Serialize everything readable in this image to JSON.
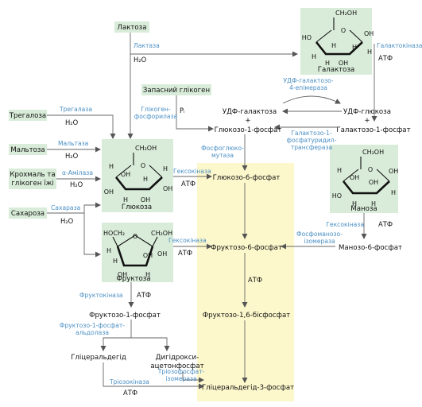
{
  "sources": {
    "lactose": "Лактоза",
    "trehalose": "Трегалоза",
    "maltose": "Мальтоза",
    "starch_line1": "Крохмаль та",
    "starch_line2": "глікоген їжі",
    "sucrose": "Сахароза",
    "glycogen": "Запасний глікоген"
  },
  "enzymes": {
    "lactase": "Лактаза",
    "trehalase": "Трегалаза",
    "maltase": "Мальтаза",
    "amylase": "α-Амілаза",
    "sucrase": "Сахараза",
    "glycogen_phos_1": "Глікоген-",
    "glycogen_phos_2": "фосфорилаза",
    "galactokinase": "Галактокіназа",
    "epimerase_1": "УДФ-галактозо-",
    "epimerase_2": "4-епімераза",
    "uridylyl_1": "Галактозо-1-",
    "uridylyl_2": "фосфатуридил-",
    "uridylyl_3": "трансфераза",
    "phosphoglucomutase_1": "Фосфоглюко-",
    "phosphoglucomutase_2": "мутаза",
    "hexokinase": "Гексокіназа",
    "phosphomannose_1": "Фосфоманозо-",
    "phosphomannose_2": "ізомераза",
    "fructokinase": "Фруктокіназа",
    "aldolase_1": "Фруктозо-1-фосфат-",
    "aldolase_2": "альдолаза",
    "triosekinase": "Тріозокіназа",
    "tpi_1": "Тріозофосфат-",
    "tpi_2": "ізомераза"
  },
  "cofactors": {
    "water": "H₂O",
    "atp": "АТФ",
    "pi": "Pᵢ",
    "plus": "+"
  },
  "intermediates": {
    "udp_galactose": "УДФ-галактоза",
    "udp_glucose": "УДФ-глюкоза",
    "glucose_1p": "Глюкозо-1-фосфат",
    "galactose_1p": "Галактозо-1-фосфат",
    "glucose_6p": "Глюкозо-6-фосфат",
    "fructose_6p": "Фруктозо-6-фосфат",
    "mannose_6p": "Манозо-6-фосфат",
    "fructose_16bp": "Фруктозо-1,6-бісфосфат",
    "fructose_1p": "Фруктозо-1-фосфат",
    "glyceraldehyde": "Гліцеральдегід",
    "dhap_1": "Дигідрокси-",
    "dhap_2": "ацетонфосфат",
    "gap": "Гліцеральдегід-3-фосфат"
  },
  "structures": {
    "galactose": "Галактоза",
    "glucose": "Глюкоза",
    "mannose": "Маноза",
    "fructose": "Фруктоза",
    "ch2oh": "CH₂OH",
    "hoch2": "HOCH₂",
    "o": "O",
    "h": "H",
    "oh": "OH",
    "ho": "HO"
  },
  "colors": {
    "source_box": "#d9ecd9",
    "glycolysis_band": "#fdf8cc",
    "enzyme_text": "#4a8fc4",
    "arrow": "#666666"
  }
}
